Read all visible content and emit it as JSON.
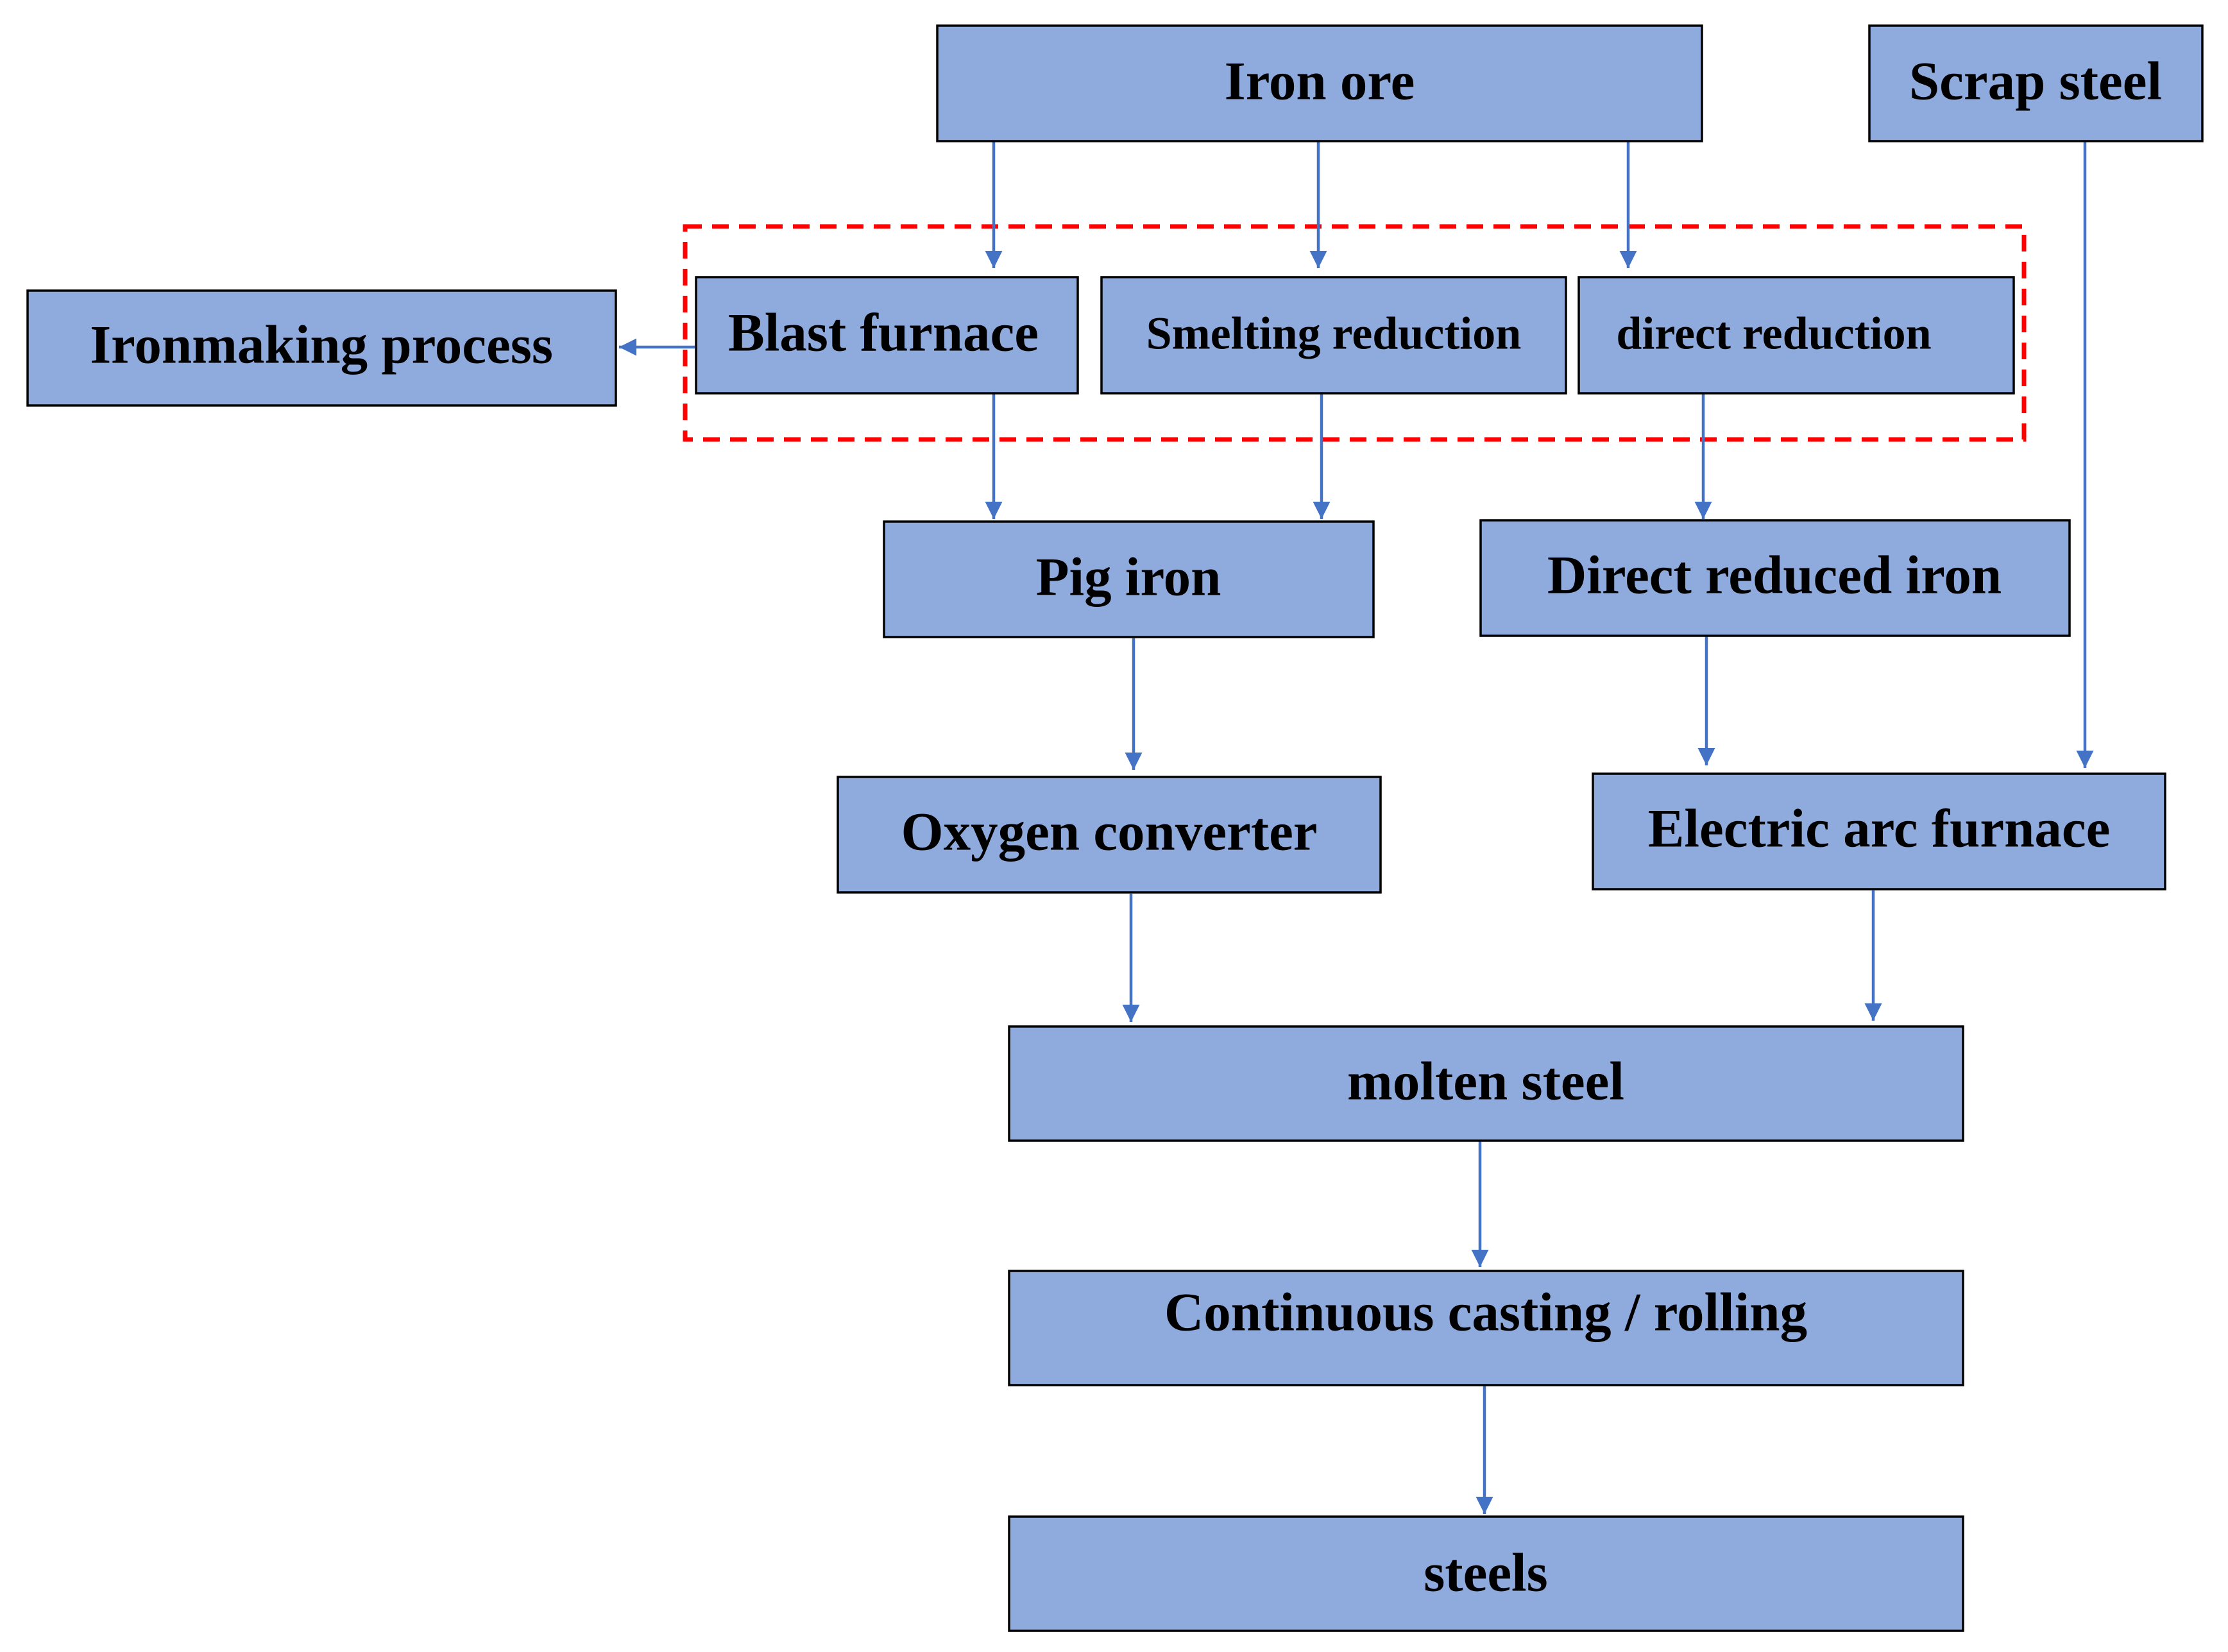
{
  "colors": {
    "node_fill": "#8FAADC",
    "node_border": "#000000",
    "arrow": "#4472C4",
    "group_border": "#FF0000",
    "background": "#FFFFFF"
  },
  "group": {
    "name": "ironmaking-group",
    "style": "dashed"
  },
  "nodes": {
    "iron_ore": "Iron ore",
    "scrap_steel": "Scrap steel",
    "ironmaking_process": "Ironmaking process",
    "blast_furnace": "Blast furnace",
    "smelting_reduction": "Smelting reduction",
    "direct_reduction": "direct reduction",
    "pig_iron": "Pig iron",
    "direct_reduced_iron": "Direct reduced iron",
    "oxygen_converter": "Oxygen converter",
    "electric_arc_furnace": "Electric arc furnace",
    "molten_steel": "molten steel",
    "continuous_casting": "Continuous casting / rolling",
    "steels": "steels"
  },
  "edges": [
    {
      "from": "iron_ore",
      "to": "blast_furnace"
    },
    {
      "from": "iron_ore",
      "to": "smelting_reduction"
    },
    {
      "from": "iron_ore",
      "to": "direct_reduction"
    },
    {
      "from": "blast_furnace",
      "to": "ironmaking_process"
    },
    {
      "from": "blast_furnace",
      "to": "pig_iron"
    },
    {
      "from": "smelting_reduction",
      "to": "pig_iron"
    },
    {
      "from": "direct_reduction",
      "to": "direct_reduced_iron"
    },
    {
      "from": "pig_iron",
      "to": "oxygen_converter"
    },
    {
      "from": "direct_reduced_iron",
      "to": "electric_arc_furnace"
    },
    {
      "from": "scrap_steel",
      "to": "electric_arc_furnace"
    },
    {
      "from": "oxygen_converter",
      "to": "molten_steel"
    },
    {
      "from": "electric_arc_furnace",
      "to": "molten_steel"
    },
    {
      "from": "molten_steel",
      "to": "continuous_casting"
    },
    {
      "from": "continuous_casting",
      "to": "steels"
    }
  ]
}
